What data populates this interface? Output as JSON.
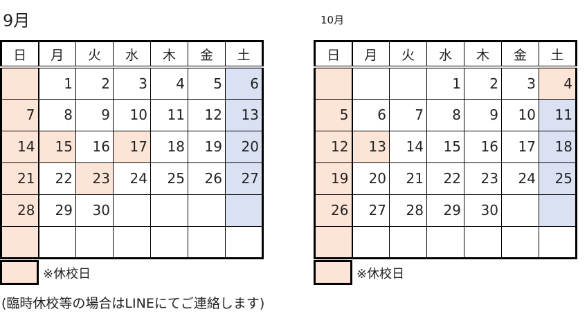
{
  "weekdays": [
    "日",
    "月",
    "火",
    "水",
    "木",
    "金",
    "土"
  ],
  "colors": {
    "holiday": "#FCE4D6",
    "saturday": "#D9E1F2"
  },
  "months": [
    {
      "title": "9月",
      "rows": [
        [
          [
            "",
            "h"
          ],
          [
            "1",
            ""
          ],
          [
            "2",
            ""
          ],
          [
            "3",
            ""
          ],
          [
            "4",
            ""
          ],
          [
            "5",
            ""
          ],
          [
            "6",
            "s"
          ]
        ],
        [
          [
            "7",
            "h"
          ],
          [
            "8",
            ""
          ],
          [
            "9",
            ""
          ],
          [
            "10",
            ""
          ],
          [
            "11",
            ""
          ],
          [
            "12",
            ""
          ],
          [
            "13",
            "s"
          ]
        ],
        [
          [
            "14",
            "h"
          ],
          [
            "15",
            "h"
          ],
          [
            "16",
            ""
          ],
          [
            "17",
            "h"
          ],
          [
            "18",
            ""
          ],
          [
            "19",
            ""
          ],
          [
            "20",
            "s"
          ]
        ],
        [
          [
            "21",
            "h"
          ],
          [
            "22",
            ""
          ],
          [
            "23",
            "h"
          ],
          [
            "24",
            ""
          ],
          [
            "25",
            ""
          ],
          [
            "26",
            ""
          ],
          [
            "27",
            "s"
          ]
        ],
        [
          [
            "28",
            "h"
          ],
          [
            "29",
            ""
          ],
          [
            "30",
            ""
          ],
          [
            "",
            ""
          ],
          [
            "",
            ""
          ],
          [
            "",
            ""
          ],
          [
            "",
            "s"
          ]
        ],
        [
          [
            "",
            "h"
          ],
          [
            "",
            ""
          ],
          [
            "",
            ""
          ],
          [
            "",
            ""
          ],
          [
            "",
            ""
          ],
          [
            "",
            ""
          ],
          [
            "",
            ""
          ]
        ]
      ]
    },
    {
      "title": "10月",
      "rows": [
        [
          [
            "",
            "h"
          ],
          [
            "",
            ""
          ],
          [
            "",
            ""
          ],
          [
            "1",
            ""
          ],
          [
            "2",
            ""
          ],
          [
            "3",
            ""
          ],
          [
            "4",
            "h"
          ]
        ],
        [
          [
            "5",
            "h"
          ],
          [
            "6",
            ""
          ],
          [
            "7",
            ""
          ],
          [
            "8",
            ""
          ],
          [
            "9",
            ""
          ],
          [
            "10",
            ""
          ],
          [
            "11",
            "s"
          ]
        ],
        [
          [
            "12",
            "h"
          ],
          [
            "13",
            "h"
          ],
          [
            "14",
            ""
          ],
          [
            "15",
            ""
          ],
          [
            "16",
            ""
          ],
          [
            "17",
            ""
          ],
          [
            "18",
            "s"
          ]
        ],
        [
          [
            "19",
            "h"
          ],
          [
            "20",
            ""
          ],
          [
            "21",
            ""
          ],
          [
            "22",
            ""
          ],
          [
            "23",
            ""
          ],
          [
            "24",
            ""
          ],
          [
            "25",
            "s"
          ]
        ],
        [
          [
            "26",
            "h"
          ],
          [
            "27",
            ""
          ],
          [
            "28",
            ""
          ],
          [
            "29",
            ""
          ],
          [
            "30",
            ""
          ],
          [
            "",
            ""
          ],
          [
            "",
            "s"
          ]
        ],
        [
          [
            "",
            "h"
          ],
          [
            "",
            ""
          ],
          [
            "",
            ""
          ],
          [
            "",
            ""
          ],
          [
            "",
            ""
          ],
          [
            "",
            ""
          ],
          [
            "",
            ""
          ]
        ]
      ]
    }
  ],
  "legend_label": "※休校日",
  "note": "(臨時休校等の場合はLINEにてご連絡します)"
}
